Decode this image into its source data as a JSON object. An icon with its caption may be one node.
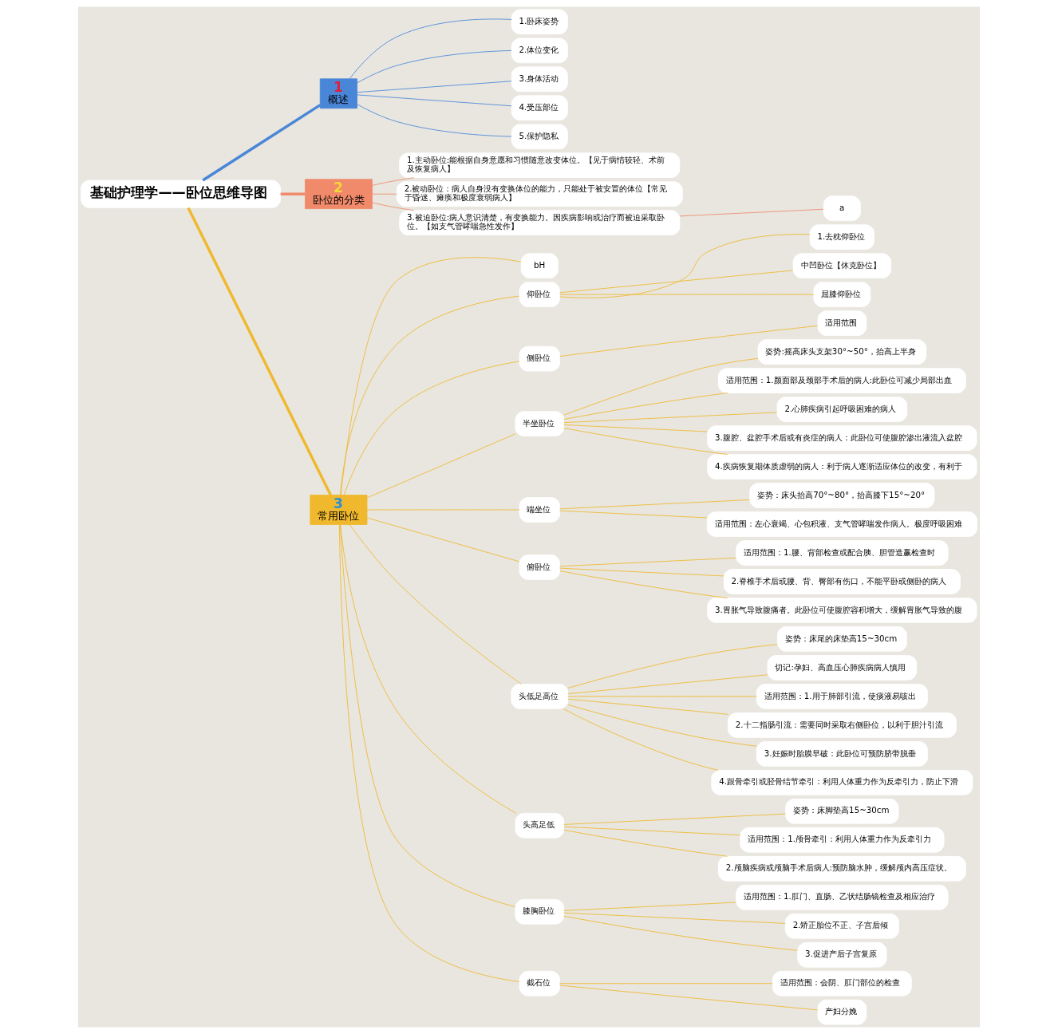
{
  "diagram": {
    "nodes": [
      {
        "text": [
          "基础护理学——卧位思维导图"
        ]
      },
      {
        "text": [
          "1",
          "概述"
        ]
      },
      {
        "text": [
          "1.卧床姿势"
        ]
      },
      {
        "text": [
          "2.体位变化"
        ]
      },
      {
        "text": [
          "3.身体活动"
        ]
      },
      {
        "text": [
          "4.受压部位"
        ]
      },
      {
        "text": [
          "5.保护隐私"
        ]
      },
      {
        "text": [
          "2",
          "卧位的分类"
        ]
      },
      {
        "text": [
          "1.主动卧位:能根据自身意愿和习惯随意改变体位。【见于病情较轻、术前及恢复病人】"
        ]
      },
      {
        "text": [
          "2.被动卧位：病人自身没有变换体位的能力，只能处于被安置的体位【常见于昏迷、瘫痪和极度衰弱病人】"
        ]
      },
      {
        "text": [
          "3.被迫卧位:病人意识清楚，有变换能力。因疾病影响或治疗而被迫采取卧位。【如支气管哮喘急性发作】"
        ]
      },
      {
        "text": [
          "a"
        ]
      },
      {
        "text": [
          "3",
          "常用卧位"
        ]
      },
      {
        "text": [
          "bH"
        ]
      },
      {
        "text": [
          "仰卧位"
        ]
      },
      {
        "text": [
          "1.去枕仰卧位"
        ]
      },
      {
        "text": [
          "中凹卧位【休克卧位】"
        ]
      },
      {
        "text": [
          "屈膝仰卧位"
        ]
      },
      {
        "text": [
          "侧卧位"
        ]
      },
      {
        "text": [
          "适用范围"
        ]
      },
      {
        "text": [
          "半坐卧位"
        ]
      },
      {
        "text": [
          "姿势:摇高床头支架30°~50°，抬高上半身"
        ]
      },
      {
        "text": [
          "适用范围：1.颜面部及颈部手术后的病人:此卧位可减少局部出血"
        ]
      },
      {
        "text": [
          "2.心肺疾病引起呼吸困难的病人"
        ]
      },
      {
        "text": [
          "3.腹腔、盆腔手术后或有炎症的病人：此卧位可使腹腔渗出液流入盆腔"
        ]
      },
      {
        "text": [
          "4.疾病恢复期体质虚弱的病人：利于病人逐渐适应体位的改变，有利于"
        ]
      },
      {
        "text": [
          "端坐位"
        ]
      },
      {
        "text": [
          "姿势：床头抬高70°~80°，抬高膝下15°~20°"
        ]
      },
      {
        "text": [
          "适用范围：左心衰竭、心包积液、支气管哮喘发作病人。极度呼吸困难"
        ]
      },
      {
        "text": [
          "俯卧位"
        ]
      },
      {
        "text": [
          "适用范围：1.腰、背部检查或配合胰、胆管造赢检查时"
        ]
      },
      {
        "text": [
          "2.脊椎手术后或腰、背、臀部有伤口，不能平卧或侧卧的病人"
        ]
      },
      {
        "text": [
          "3.胃胀气导致腹痛者。此卧位可使腹腔容积增大，缓解胃胀气导致的腹"
        ]
      },
      {
        "text": [
          "头低足高位"
        ]
      },
      {
        "text": [
          "姿势：床尾的床垫高15~30cm"
        ]
      },
      {
        "text": [
          "切记:孕妇、高血压心肺疾病病人慎用"
        ]
      },
      {
        "text": [
          "适用范围：1.用于肺部引流，使痰液易咳出"
        ]
      },
      {
        "text": [
          "2.十二指肠引流：需要同时采取右侧卧位，以利于胆汁引流"
        ]
      },
      {
        "text": [
          "3.妊娠时胎膜早破：此卧位可预防脐带脱垂"
        ]
      },
      {
        "text": [
          "4.跟骨牵引或胫骨结节牵引：利用人体重力作为反牵引力，防止下滑"
        ]
      },
      {
        "text": [
          "头高足低"
        ]
      },
      {
        "text": [
          "姿势：床脚垫高15~30cm"
        ]
      },
      {
        "text": [
          "适用范围：1.颅骨牵引：利用人体重力作为反牵引力"
        ]
      },
      {
        "text": [
          "2.颅脑疾病或颅脑手术后病人:预防脑水肿，缓解颅内高压症状。"
        ]
      },
      {
        "text": [
          "膝胸卧位"
        ]
      },
      {
        "text": [
          "适用范围：1.肛门、直肠、乙状结肠镜检查及相应治疗"
        ]
      },
      {
        "text": [
          "2.矫正胎位不正、子宫后倾"
        ]
      },
      {
        "text": [
          "3.促进产后子宫复原"
        ]
      },
      {
        "text": [
          "截石位"
        ]
      },
      {
        "text": [
          "适用范围：会阴、肛门部位的检查"
        ]
      },
      {
        "text": [
          "产妇分娩"
        ]
      }
    ],
    "edges": [
      {
        "from": 0,
        "to": 1,
        "arrow": "none",
        "style": "thick",
        "color": "#4a86d8"
      },
      {
        "from": 1,
        "to": 2,
        "arrow": "none",
        "color": "#4a86d8"
      },
      {
        "from": 1,
        "to": 3,
        "arrow": "none",
        "color": "#4a86d8"
      },
      {
        "from": 1,
        "to": 4,
        "arrow": "none",
        "color": "#4a86d8"
      },
      {
        "from": 1,
        "to": 5,
        "arrow": "none",
        "color": "#4a86d8"
      },
      {
        "from": 1,
        "to": 6,
        "arrow": "none",
        "color": "#4a86d8"
      },
      {
        "from": 0,
        "to": 7,
        "arrow": "none",
        "style": "thick",
        "color": "#f08a6a"
      },
      {
        "from": 7,
        "to": 8,
        "arrow": "none",
        "color": "#f08a6a"
      },
      {
        "from": 7,
        "to": 9,
        "arrow": "none",
        "color": "#f08a6a"
      },
      {
        "from": 7,
        "to": 10,
        "arrow": "none",
        "color": "#f08a6a"
      },
      {
        "from": 10,
        "to": 11,
        "arrow": "none",
        "color": "#f08a6a"
      },
      {
        "from": 0,
        "to": 12,
        "arrow": "none",
        "style": "thick"
      },
      {
        "from": 12,
        "to": 13,
        "arrow": "none"
      },
      {
        "from": 12,
        "to": 14,
        "arrow": "none"
      },
      {
        "from": 14,
        "to": 15,
        "arrow": "none"
      },
      {
        "from": 14,
        "to": 16,
        "arrow": "none"
      },
      {
        "from": 14,
        "to": 17,
        "arrow": "none"
      },
      {
        "from": 12,
        "to": 18,
        "arrow": "none"
      },
      {
        "from": 18,
        "to": 19,
        "arrow": "none"
      },
      {
        "from": 12,
        "to": 20,
        "arrow": "none"
      },
      {
        "from": 20,
        "to": 21,
        "arrow": "none"
      },
      {
        "from": 20,
        "to": 22,
        "arrow": "none"
      },
      {
        "from": 20,
        "to": 23,
        "arrow": "none"
      },
      {
        "from": 20,
        "to": 24,
        "arrow": "none"
      },
      {
        "from": 20,
        "to": 25,
        "arrow": "none"
      },
      {
        "from": 12,
        "to": 26,
        "arrow": "none"
      },
      {
        "from": 26,
        "to": 27,
        "arrow": "none"
      },
      {
        "from": 26,
        "to": 28,
        "arrow": "none"
      },
      {
        "from": 12,
        "to": 29,
        "arrow": "none"
      },
      {
        "from": 29,
        "to": 30,
        "arrow": "none"
      },
      {
        "from": 29,
        "to": 31,
        "arrow": "none"
      },
      {
        "from": 29,
        "to": 32,
        "arrow": "none"
      },
      {
        "from": 12,
        "to": 33,
        "arrow": "none"
      },
      {
        "from": 33,
        "to": 34,
        "arrow": "none"
      },
      {
        "from": 33,
        "to": 35,
        "arrow": "none"
      },
      {
        "from": 33,
        "to": 36,
        "arrow": "none"
      },
      {
        "from": 33,
        "to": 37,
        "arrow": "none"
      },
      {
        "from": 33,
        "to": 38,
        "arrow": "none"
      },
      {
        "from": 33,
        "to": 39,
        "arrow": "none"
      },
      {
        "from": 12,
        "to": 40,
        "arrow": "none"
      },
      {
        "from": 40,
        "to": 41,
        "arrow": "none"
      },
      {
        "from": 40,
        "to": 42,
        "arrow": "none"
      },
      {
        "from": 40,
        "to": 43,
        "arrow": "none"
      },
      {
        "from": 12,
        "to": 44,
        "arrow": "none"
      },
      {
        "from": 44,
        "to": 45,
        "arrow": "none"
      },
      {
        "from": 44,
        "to": 46,
        "arrow": "none"
      },
      {
        "from": 44,
        "to": 47,
        "arrow": "none"
      },
      {
        "from": 12,
        "to": 48,
        "arrow": "none"
      },
      {
        "from": 48,
        "to": 49,
        "arrow": "none"
      },
      {
        "from": 48,
        "to": 50,
        "arrow": "none"
      }
    ]
  }
}
